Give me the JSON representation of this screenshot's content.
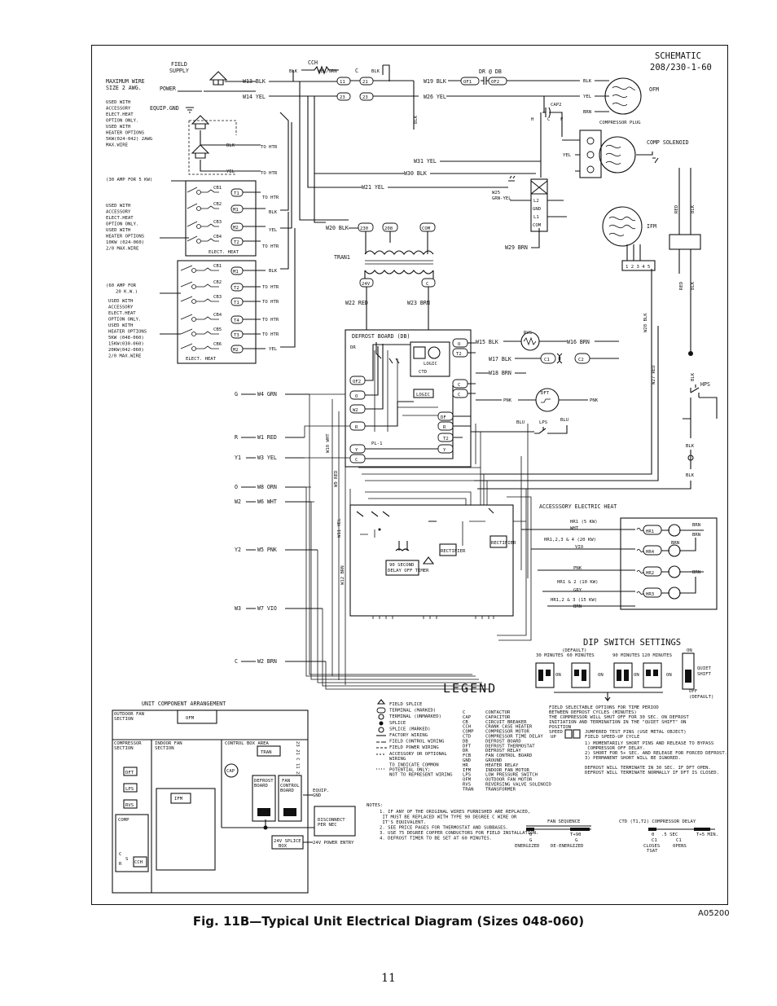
{
  "schematic": {
    "title": "SCHEMATIC",
    "model": "208/230-1-60"
  },
  "field_supply": {
    "label": "FIELD\nSUPPLY",
    "max_wire": "MAXIMUM WIRE\nSIZE 2 AWG.",
    "power": "POWER",
    "equip_gnd": "EQUIP.GND",
    "heater_note": "USED WITH\nACCESSORY\nELECT.HEAT\nOPTION ONLY.\nUSED WITH\nHEATER OPTIONS\n5KW(024-042) 2AWG\nMAX.WIRE",
    "amp30": "(30 AMP FOR 5 KW)",
    "heater_note2": "USED WITH\nACCESSORY\nELECT.HEAT\nOPTION ONLY.\nUSED WITH\nHEATER OPTIONS\n10KW (024-060)\n2/0 MAX.WIRE",
    "amp60": "(60 AMP FOR\n20 K.W.)",
    "heater_note3": "USED WITH\nACCESSORY\nELECT.HEAT\nOPTION ONLY.\nUSED WITH\nHEATER OPTIONS\n5KW (048-060)\n15KW(030-060)\n20KW(042-060)\n2/0 MAX.WIRE"
  },
  "wires_top": {
    "w13": "W13 BLK",
    "w14": "W14 YEL",
    "cch": "CCH",
    "blk": "BLK",
    "c": "C",
    "yelgrn": "YEL/GRN",
    "w19": "W19 BLK",
    "w26": "W26 YEL",
    "dr_db": "DR @ DB",
    "of1": "OF1",
    "of2": "OF2",
    "blk_r": "BLK",
    "yel_r": "YEL",
    "brn_r": "BRN",
    "cap2": "CAP2",
    "h": "H",
    "c2": "C",
    "f": "F",
    "ofm": "OFM",
    "comp_plug": "COMPRESSOR PLUG",
    "comp_solenoid": "COMP SOLENOID",
    "w31": "W31 YEL",
    "w30": "W30 BLK",
    "w21": "W21 YEL",
    "w25": "W25\nGRN-YEL",
    "l2": "L2",
    "gnd": "GND",
    "l1": "L1",
    "com": "COM",
    "ifm": "IFM",
    "w20": "W20 BLK",
    "w29": "W29 BRN",
    "tran1": "TRAN1",
    "v230": "230",
    "v208": "208",
    "vcom": "COM",
    "v24": "24V",
    "vc": "C",
    "w22": "W22 RED",
    "w23": "W23 BRN",
    "speeds": "1 2 3 4 5",
    "red": "RED",
    "blk_v": "BLK"
  },
  "cb_block1": {
    "cb1": "CB1",
    "cb2": "CB2",
    "cb3": "CB3",
    "cb4": "CB4",
    "t1": "T1",
    "m1": "M1",
    "t2": "T2",
    "m2": "M2",
    "elect_heat": "ELECT. HEAT"
  },
  "cb_block2": {
    "cb1": "CB1",
    "cb2": "CB2",
    "cb3": "CB3",
    "cb4": "CB4",
    "cb5": "CB5",
    "cb6": "CB6",
    "m1": "M1",
    "t2": "T2",
    "t1": "T1",
    "t4": "T4",
    "t3": "T3",
    "m2": "M2",
    "elect_heat": "ELECT.  HEAT"
  },
  "right_labels": {
    "to_htr": "TO HTR",
    "blk": "BLK",
    "yel": "YEL"
  },
  "defrost_board": {
    "title": "DEFROST BOARD (DB)",
    "dr": "DR",
    "of2": "OF2",
    "ctd": "CTD",
    "logic": "LOGIC",
    "pl1": "PL-1",
    "o": "O",
    "t2": "T2",
    "c": "C",
    "df": "DF",
    "r": "R",
    "y": "Y",
    "w2": "W2"
  },
  "right_side": {
    "w15": "W15 BLK",
    "rvs": "RVS",
    "w16": "W16 BRN",
    "w17": "W17 BLK",
    "c1": "C1",
    "c2": "C2",
    "w18": "W18 BRN",
    "pnk": "PNK",
    "dft": "DFT",
    "blu": "BLU",
    "lps": "LPS",
    "hps": "HPS",
    "w28": "W28 BLK",
    "w27": "W27 RED",
    "blk": "BLK"
  },
  "thermostat": {
    "g": "G",
    "w4": "W4 GRN",
    "r": "R",
    "w1": "W1 RED",
    "y1": "Y1",
    "w3": "W3 YEL",
    "o": "O",
    "w8": "W8 ORN",
    "w2": "W2",
    "w6": "W6 WHT",
    "y2": "Y2",
    "w5": "W5 PNK",
    "w3b": "W3",
    "w7": "W7 VIO",
    "c": "C",
    "w2b": "W2 BRN",
    "w10": "W10 WHT",
    "w9": "W9 RED",
    "w11": "W11 YEL",
    "w12": "W12 BRN"
  },
  "heater": {
    "title": "ACCESSSORY ELECTRIC HEAT",
    "hr1": "HR1 (5 KW)",
    "wht": "WHT",
    "hr1234": "HR1,2,3 & 4 (20 KW)",
    "vio": "VIO",
    "pnk": "PNK",
    "hr12": "HR1 & 2 (10 KW)",
    "gry": "GRY",
    "hr123": "HR1,2 & 3 (15 KW)",
    "brn": "BRN",
    "n1": "HR1",
    "n4": "HR4",
    "n2": "HR2",
    "n3": "HR3",
    "brn_r": "BRN"
  },
  "timer": {
    "label": "90 SECOND\nDELAY OFF TIMER",
    "rectifier": "RECTIFIER"
  },
  "dip": {
    "title": "DIP SWITCH SETTINGS",
    "default": "(DEFAULT)",
    "m30": "30 MINUTES",
    "m60": "60 MINUTES",
    "m90": "90 MINUTES",
    "m120": "120 MINUTES",
    "on": "ON",
    "off": "OFF",
    "quiet": "QUIET\nSHIFT",
    "off_default": "OFF\n(DEFAULT)"
  },
  "legend": {
    "title": "LEGEND",
    "symbols": [
      "FIELD SPLICE",
      "TERMINAL (MARKED)",
      "TERMINAL (UNMARKED)",
      "SPLICE",
      "SPLICE (MARKED)",
      "FACTORY WIRING",
      "FIELD CONTROL WIRING",
      "FIELD POWER WIRING",
      "ACCESSORY OR OPTIONAL\nWIRING",
      "TO INDICATE COMMON\nPOTENTIAL ONLY;\nNOT TO REPRESENT WIRING"
    ],
    "abbr": [
      "C",
      "CAP",
      "CB",
      "CCH",
      "COMP",
      "CTD",
      "DB",
      "DFT",
      "DR",
      "FCB",
      "GND",
      "HR",
      "IFM",
      "LPS",
      "OFM",
      "RVS",
      "TRAN"
    ],
    "defs": [
      "CONTACTOR",
      "CAPACITOR",
      "CIRCUIT BREAKER",
      "CRANK CASE HEATER",
      "COMPRESSOR MOTOR",
      "COMPRESSOR TIME DELAY",
      "DEFROST BOARD",
      "DEFROST THERMOSTAT",
      "DEFROST RELAY",
      "FAN CONTROL BOARD",
      "GROUND",
      "HEATER RELAY",
      "INDOOR FAN MOTOR",
      "LOW PRESSURE SWITCH",
      "OUTDOOR FAN MOTOR",
      "REVERSING VALVE SOLENOID",
      "TRANSFORMER"
    ]
  },
  "field_notes": {
    "header": "FIELD SELECTABLE OPTIONS FOR TIME PERIOD\nBETWEEN DEFROST CYCLES (MINUTES)\nTHE COMPRESSOR WILL SHUT OFF FOR 30 SEC. ON DEFROST\nINITIATION AND TERMINATION IN THE \"QUIET SHIFT\" ON\nPOSITION",
    "speed_up": "SPEED\nUP",
    "jumpered": "JUMPERED TEST PINS (USE METAL OBJECT)\nFIELD SPEED-UP CYCLE",
    "items": "1) MOMENTARILY SHORT PINS AND RELEASE TO BYPASS\n   COMPRESSOR OFF DELAY.\n2) SHORT FOR 5+ SEC. AND RELEASE FOR FORCED DEFROST.\n3) PERMANENT SHORT WILL BE IGNORED.",
    "terminate": "DEFROST WILL TERMINATE IN 30 SEC. IF DFT OPEN.\nDEFROST WILL TERMINATE NORMALLY IF DFT IS CLOSED."
  },
  "notes": {
    "title": "NOTES:",
    "body": "1. IF ANY OF THE ORIGINAL WIRES FURNISHED ARE REPLACED,\n   IT MUST BE REPLACED WITH TYPE 90 DEGREE C WIRE OR\n   IT'S EQUIVALENT.\n2. SEE PRICE PAGES FOR THERMOSTAT AND SUBBASES.\n3. USE 75 DEGREE COPPER CONDUCTORS FOR FIELD INSTALLATION.\n4. DEFROST TIMER TO BE SET AT 60 MINUTES."
  },
  "fan_sequence": {
    "title": "FAN SEQUENCE",
    "g0": "0",
    "g_lbl": "G",
    "t90": "T+90",
    "g_lbl2": "G",
    "energized": "ENERGIZED",
    "de": "DE-ENERGIZED"
  },
  "ctd_delay": {
    "title": "CTD (T1,T2)  COMPRESSOR DELAY",
    "t0": "0",
    "t5": ".5 SEC",
    "c1": "C1",
    "c1b": "C1",
    "t5min": "T+5 MIN.",
    "closes": "CLOSES\nTSAT",
    "opens": "OPENS"
  },
  "arrangement": {
    "title": "UNIT COMPONENT ARRANGEMENT",
    "outdoor": "OUTDOOR FAN\nSECTION",
    "ofm": "OFM",
    "comp_sec": "COMPRESSOR\nSECTION",
    "indoor": "INDOOR FAN\nSECTION",
    "control": "CONTROL BOX AREA",
    "dft": "DFT",
    "lps": "LPS",
    "rvs": "RVS",
    "comp": "COMP",
    "c": "C",
    "s": "S",
    "r": "R",
    "cch": "CCH",
    "ifm": "IFM",
    "cap": "CAP",
    "tran": "TRAN",
    "defrost": "DEFROST\nBOARD",
    "fan": "FAN\nCONTROL\nBOARD",
    "c23": "23 21 C 11 23",
    "equip": "EQUIP.\nGND",
    "disconnect": "DISCONNECT\nPER NEC",
    "splice": "24V SPLICE\nBOX",
    "entry": "24V POWER ENTRY"
  },
  "caption": "Fig. 11B—Typical Unit Electrical Diagram (Sizes 048-060)",
  "figcode": "A05200",
  "page_number": "11"
}
